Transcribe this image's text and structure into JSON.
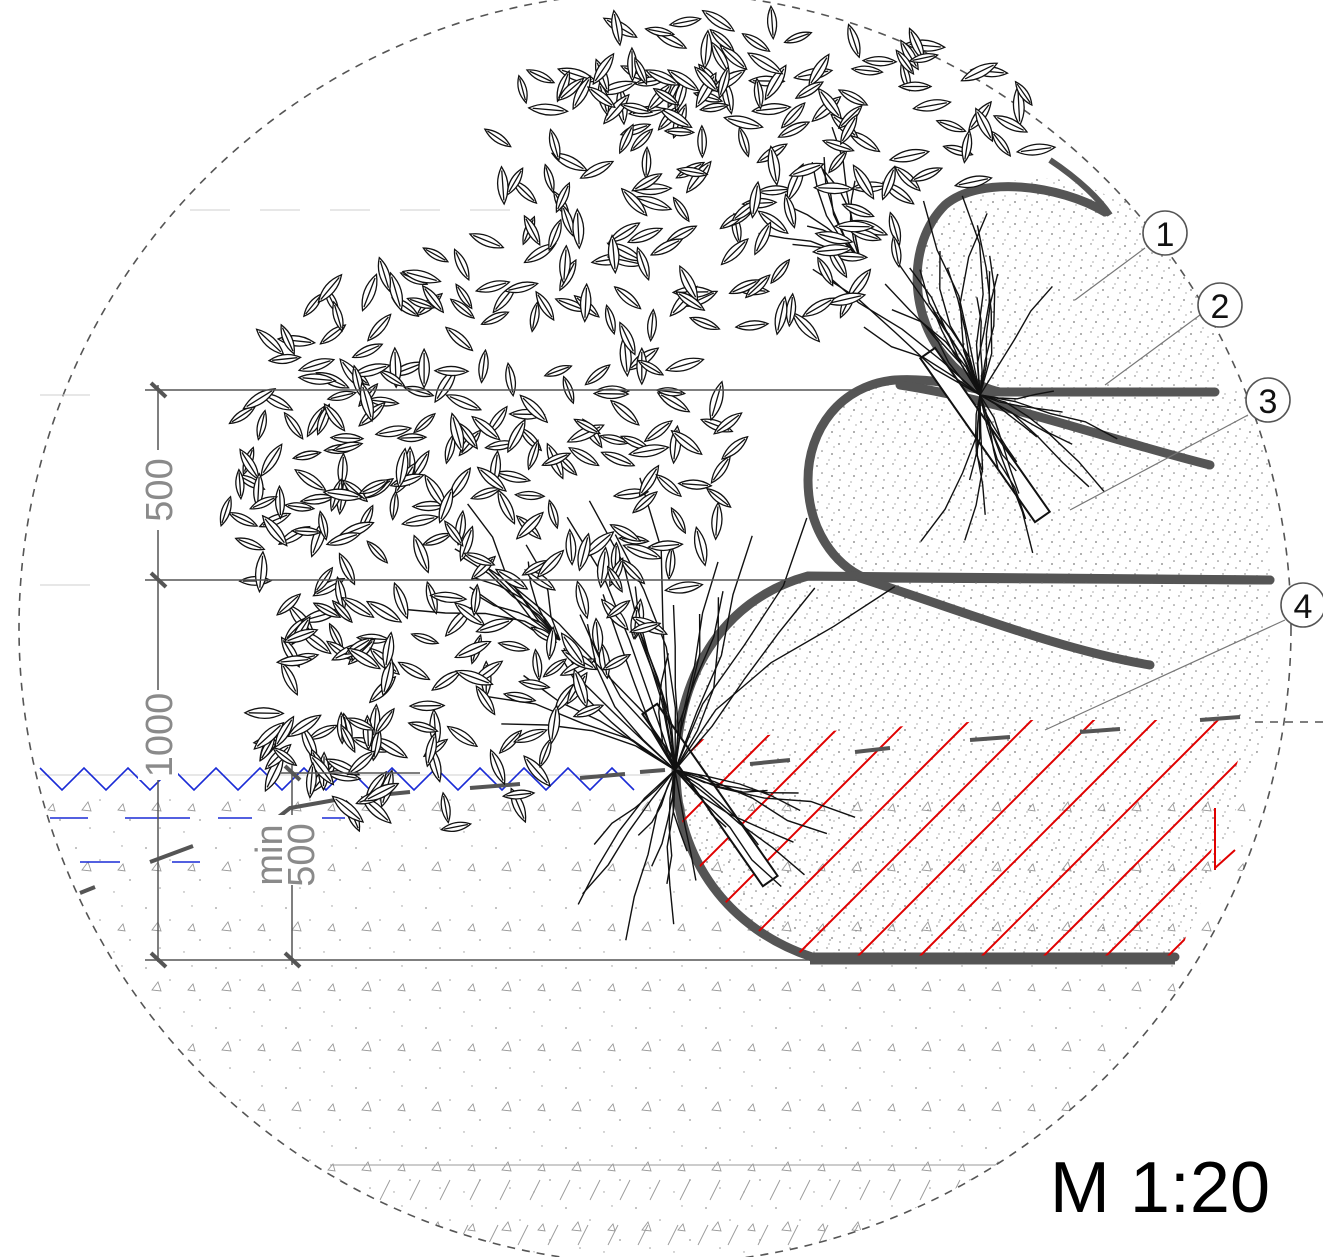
{
  "scale_label": "M 1:20",
  "dimensions": {
    "d1": "500",
    "d2": "1000",
    "d3_prefix": "min",
    "d3": "500"
  },
  "callouts": [
    "1",
    "2",
    "3",
    "4"
  ],
  "colors": {
    "line": "#555555",
    "thin": "#111111",
    "hatch": "#e00000",
    "water": "#1a2bd6",
    "dashed_circle": "#555555"
  }
}
